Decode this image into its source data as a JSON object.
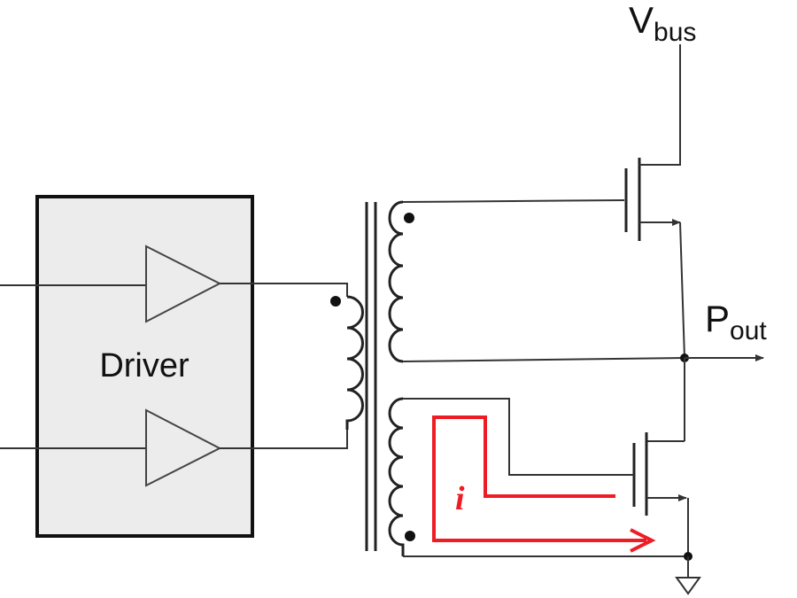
{
  "labels": {
    "driver": "Driver",
    "vbus_main": "V",
    "vbus_sub": "bus",
    "pout_main": "P",
    "pout_sub": "out",
    "current": "i"
  },
  "colors": {
    "driver_fill": "#ececec",
    "wire": "#333333",
    "current_path": "#ee1c24"
  },
  "icons": [
    "amplifier-triangle",
    "transformer-coil",
    "mosfet",
    "ground-symbol",
    "arrow"
  ]
}
